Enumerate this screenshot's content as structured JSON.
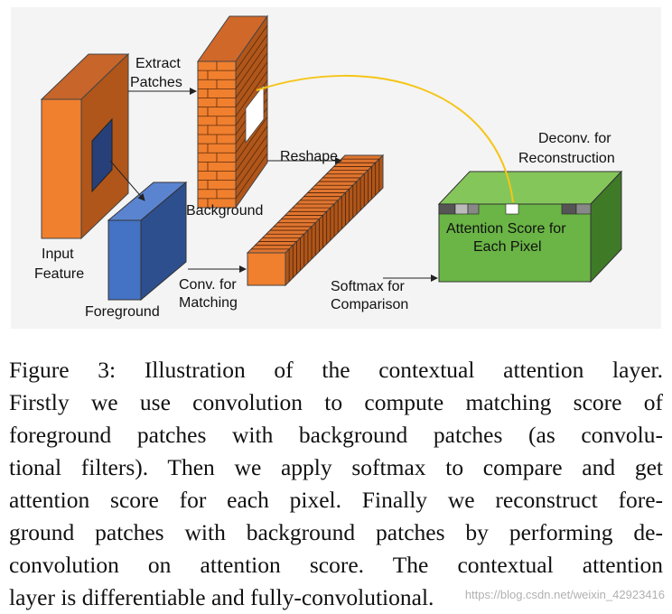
{
  "figure": {
    "labels": {
      "extract_patches_line1": "Extract",
      "extract_patches_line2": "Patches",
      "input_feature_line1": "Input",
      "input_feature_line2": "Feature",
      "background": "Background",
      "foreground": "Foreground",
      "reshape": "Reshape",
      "conv_matching_line1": "Conv. for",
      "conv_matching_line2": "Matching",
      "softmax_line1": "Softmax for",
      "softmax_line2": "Comparison",
      "deconv_line1": "Deconv. for",
      "deconv_line2": "Reconstruction",
      "attention_line1": "Attention Score for",
      "attention_line2": "Each Pixel"
    },
    "colors": {
      "orange": "#f07f2e",
      "orange_dark": "#b0561a",
      "blue": "#4472c4",
      "blue_dark": "#2d4f8e",
      "green": "#6ab545",
      "green_dark": "#3f7a27",
      "yellow_curve": "#f5c518",
      "panel_bg": "#f4f4f4"
    }
  },
  "caption": {
    "lines": [
      "Figure 3:  Illustration of the contextual attention layer.",
      "Firstly we use convolution to compute matching score of",
      "foreground patches with background patches (as convolu-",
      "tional filters). Then we apply softmax to compare and get",
      "attention score for each pixel. Finally we reconstruct fore-",
      "ground patches with background patches by performing de-",
      "convolution on attention score.  The contextual attention",
      "layer is differentiable and fully-convolutional."
    ]
  },
  "watermark": "https://blog.csdn.net/weixin_42923416"
}
